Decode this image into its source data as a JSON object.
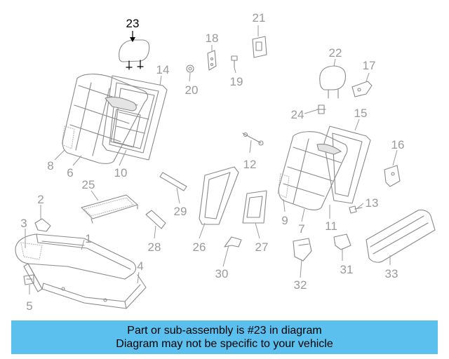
{
  "diagram": {
    "highlighted_part": "23",
    "highlight_color": "#5bc0ee",
    "callouts": {
      "c1": "1",
      "c2": "2",
      "c3": "3",
      "c4": "4",
      "c5": "5",
      "c6": "6",
      "c7": "7",
      "c8": "8",
      "c9": "9",
      "c10": "10",
      "c11": "11",
      "c12": "12",
      "c13": "13",
      "c14": "14",
      "c15": "15",
      "c16": "16",
      "c17": "17",
      "c18": "18",
      "c19": "19",
      "c20": "20",
      "c21": "21",
      "c22": "22",
      "c23": "23",
      "c24": "24",
      "c25": "25",
      "c26": "26",
      "c27": "27",
      "c28": "28",
      "c29": "29",
      "c30": "30",
      "c31": "31",
      "c32": "32",
      "c33": "33"
    }
  },
  "banner": {
    "line1": "Part or sub-assembly is #23 in diagram",
    "line2": "Diagram may not be specific to your vehicle",
    "color": "#5bc0ee"
  }
}
